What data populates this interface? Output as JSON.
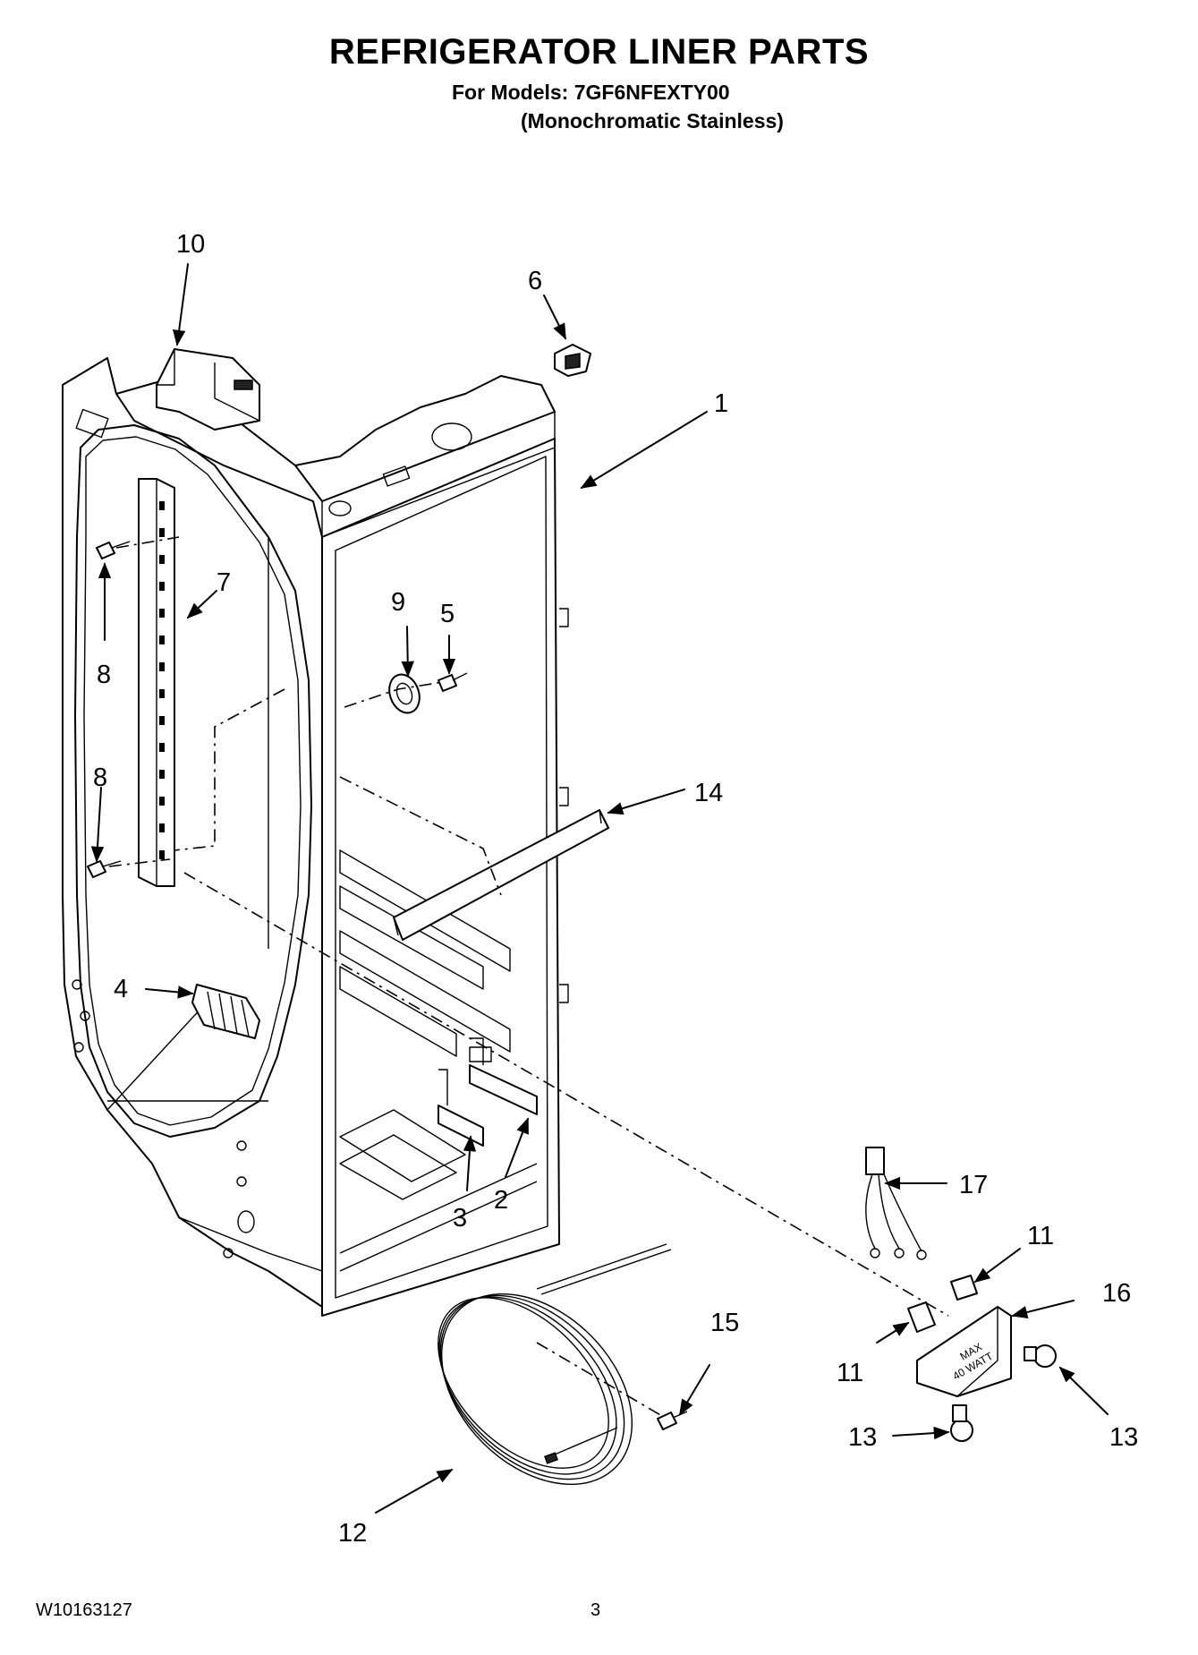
{
  "header": {
    "title": "REFRIGERATOR LINER PARTS",
    "models": "For Models: 7GF6NFEXTY00",
    "variant": "(Monochromatic Stainless)"
  },
  "footer": {
    "code": "W10163127",
    "page": "3"
  },
  "lamp_housing_text": {
    "line1": "MAX",
    "line2": "40 WATT"
  },
  "callouts": {
    "c1": "1",
    "c2": "2",
    "c3": "3",
    "c4": "4",
    "c5": "5",
    "c6": "6",
    "c7": "7",
    "c8a": "8",
    "c8b": "8",
    "c9": "9",
    "c10": "10",
    "c11a": "11",
    "c11b": "11",
    "c12": "12",
    "c13a": "13",
    "c13b": "13",
    "c14": "14",
    "c15": "15",
    "c16": "16",
    "c17": "17"
  }
}
